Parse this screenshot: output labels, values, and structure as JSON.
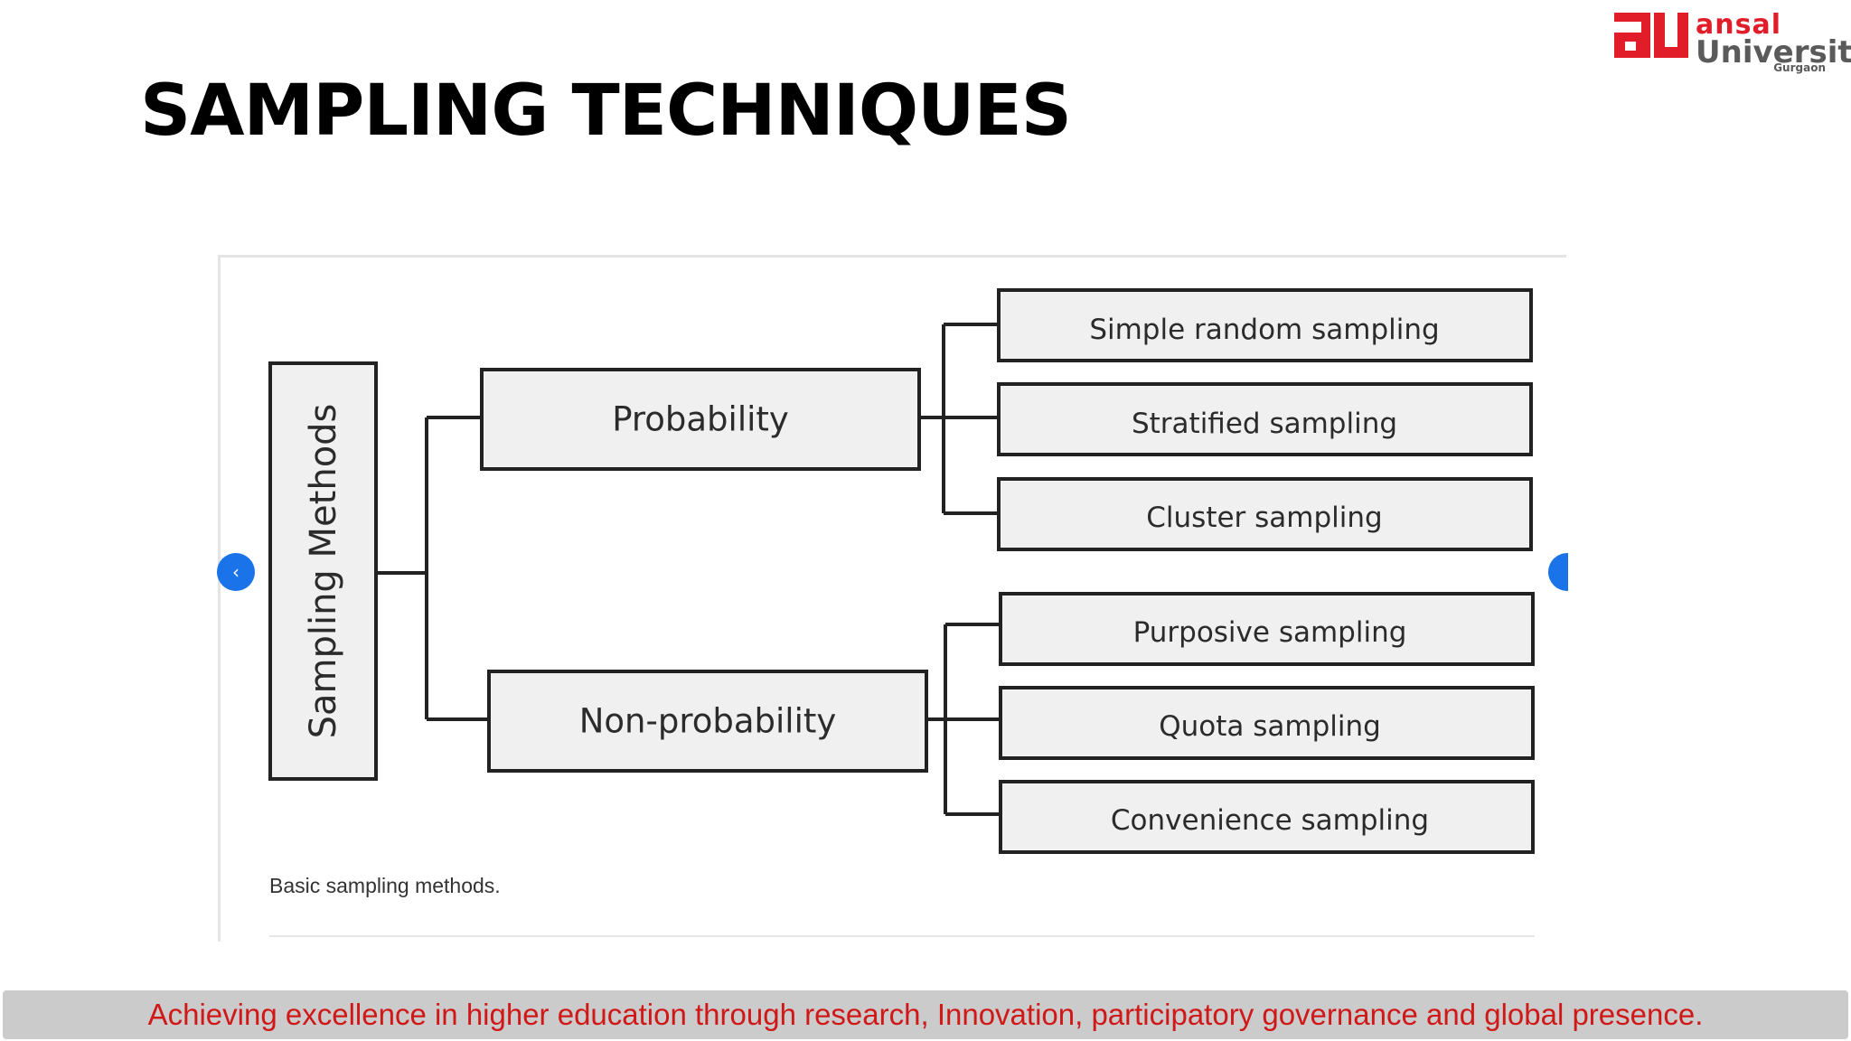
{
  "slide": {
    "title": "SAMPLING TECHNIQUES",
    "footer": "Achieving excellence in higher education through research, Innovation, participatory governance and global presence."
  },
  "logo": {
    "brand": "ansal",
    "name": "University",
    "location": "Gurgaon",
    "mark_color": "#e11d2a"
  },
  "figure": {
    "caption": "Basic sampling methods.",
    "nav_prev_icon": "chevron-left-icon",
    "nav_next_icon": "chevron-right-icon",
    "nav_color": "#1a73e8"
  },
  "diagram": {
    "root": "Sampling Methods",
    "branches": [
      {
        "label": "Probability",
        "methods": [
          "Simple random sampling",
          "Stratified sampling",
          "Cluster sampling"
        ]
      },
      {
        "label": "Non-probability",
        "methods": [
          "Purposive sampling",
          "Quota sampling",
          "Convenience sampling"
        ]
      }
    ],
    "box_fill": "#f0f0f0",
    "stroke": "#222222"
  }
}
